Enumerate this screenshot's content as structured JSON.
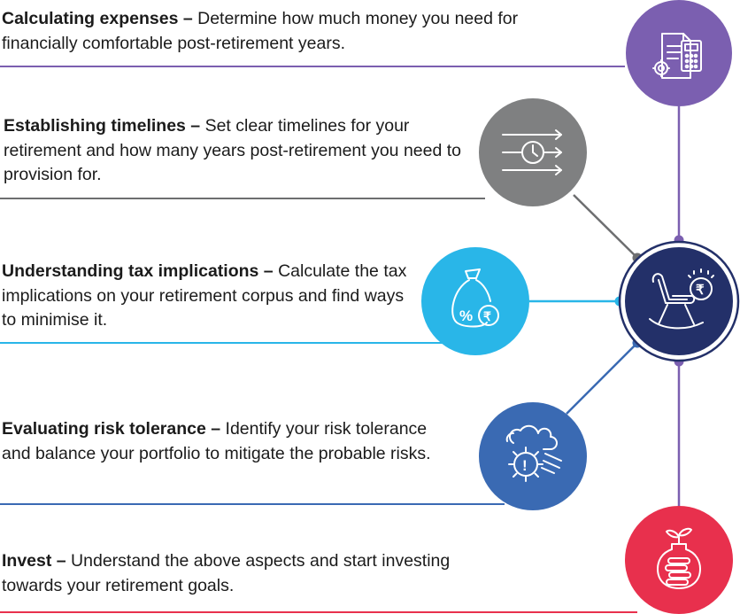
{
  "items": [
    {
      "title": "Calculating expenses",
      "separator": " – ",
      "body": "Determine how much money you need for financially comfortable post-retirement years.",
      "icon": "document-calculator-icon",
      "color": "#7b5fb0"
    },
    {
      "title": "Establishing timelines",
      "separator": " – ",
      "body": "Set clear timelines for your retirement and how many years post-retirement you need to provision for.",
      "icon": "clock-arrows-icon",
      "color": "#7f8081"
    },
    {
      "title": "Understanding tax implications",
      "separator": " – ",
      "body": "Calculate the tax implications on your retirement corpus and find ways to minimise it.",
      "icon": "money-bag-percent-icon",
      "color": "#29b6e8"
    },
    {
      "title": "Evaluating risk tolerance",
      "separator": " – ",
      "body": "Identify your risk tolerance and balance your portfolio to mitigate the probable risks.",
      "icon": "storm-gear-warning-icon",
      "color": "#3a6ab3"
    },
    {
      "title": "Invest",
      "separator": " – ",
      "body": "Understand the above aspects and start investing towards your retirement goals.",
      "icon": "plant-coin-jar-icon",
      "color": "#e8304d"
    }
  ],
  "center": {
    "icon": "rocking-chair-rupee-icon",
    "color": "#233069"
  },
  "icon_glyphs": {
    "rupee": "₹",
    "percent": "%",
    "exclamation": "!"
  }
}
